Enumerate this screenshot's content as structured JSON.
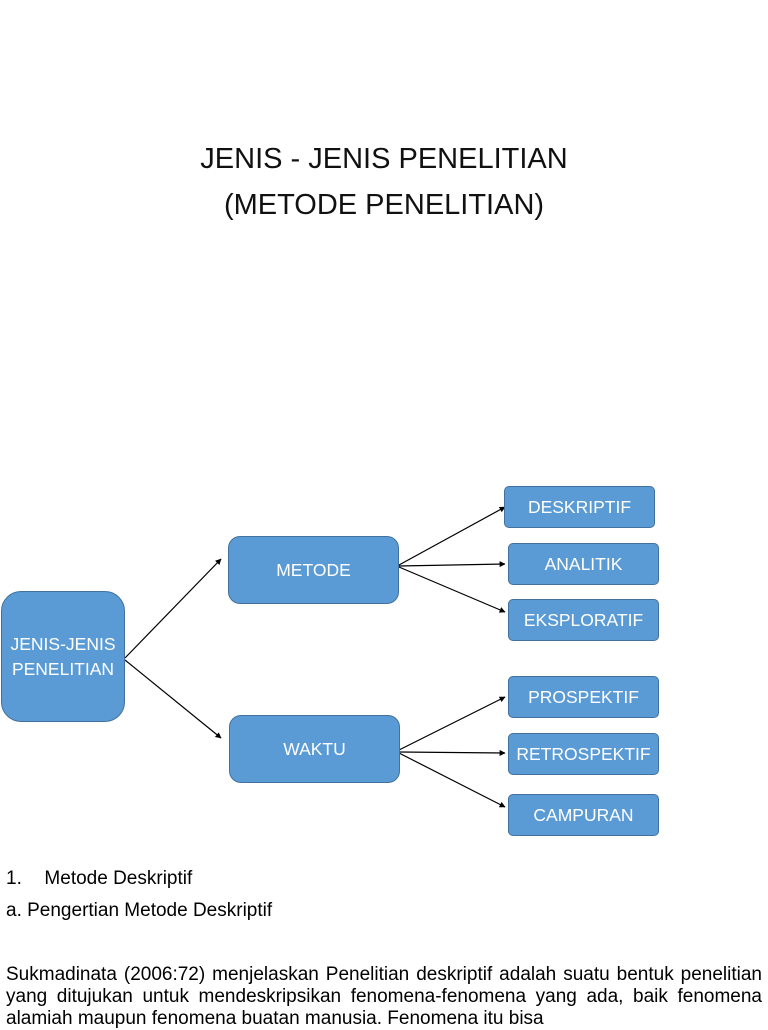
{
  "title": {
    "line1": "JENIS - JENIS PENELITIAN",
    "line2": "(METODE PENELITIAN)"
  },
  "diagram": {
    "root": {
      "line1": "JENIS-JENIS",
      "line2": "PENELITIAN"
    },
    "metode": "METODE",
    "waktu": "WAKTU",
    "metode_children": [
      "DESKRIPTIF",
      "ANALITIK",
      "EKSPLORATIF"
    ],
    "waktu_children": [
      "PROSPEKTIF",
      "RETROSPEKTIF",
      "CAMPURAN"
    ],
    "colors": {
      "box_fill": "#5B9BD5",
      "box_border": "#41719C",
      "text": "#ffffff"
    }
  },
  "section": {
    "heading_number": "1.",
    "heading": "Metode Deskriptif",
    "subheading": "a. Pengertian Metode Deskriptif",
    "paragraph": "Sukmadinata (2006:72) menjelaskan  Penelitian deskriptif adalah suatu bentuk penelitian yang ditujukan untuk mendeskripsikan fenomena-fenomena yang ada, baik fenomena alamiah maupun fenomena buatan manusia. Fenomena itu bisa"
  }
}
